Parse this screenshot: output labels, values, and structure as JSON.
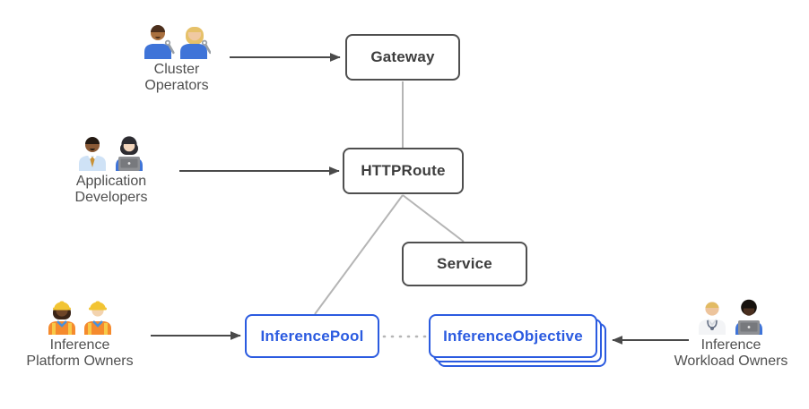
{
  "nodes": {
    "gateway": {
      "label": "Gateway"
    },
    "httproute": {
      "label": "HTTPRoute"
    },
    "service": {
      "label": "Service"
    },
    "inference_pool": {
      "label": "InferencePool"
    },
    "inference_objective": {
      "label": "InferenceObjective",
      "stacked": true,
      "stack_count": 3
    }
  },
  "personas": {
    "cluster_operators": {
      "line1": "Cluster",
      "line2": "Operators",
      "icons": [
        "man-mechanic-emoji",
        "woman-mechanic-emoji"
      ]
    },
    "application_developers": {
      "line1": "Application",
      "line2": "Developers",
      "icons": [
        "man-office-worker-emoji",
        "woman-technologist-emoji"
      ]
    },
    "inference_platform_owners": {
      "line1": "Inference",
      "line2": "Platform Owners",
      "icons": [
        "woman-construction-worker-emoji",
        "man-construction-worker-emoji"
      ]
    },
    "inference_workload_owners": {
      "line1": "Inference",
      "line2": "Workload Owners",
      "icons": [
        "health-worker-emoji",
        "dark-skin-technologist-emoji"
      ]
    }
  },
  "edges": [
    {
      "from": "cluster_operators",
      "to": "gateway",
      "style": "arrow"
    },
    {
      "from": "application_developers",
      "to": "httproute",
      "style": "arrow"
    },
    {
      "from": "inference_platform_owners",
      "to": "inference_pool",
      "style": "arrow"
    },
    {
      "from": "inference_workload_owners",
      "to": "inference_objective",
      "style": "arrow"
    },
    {
      "from": "gateway",
      "to": "httproute",
      "style": "line"
    },
    {
      "from": "httproute",
      "to": "inference_pool",
      "style": "line"
    },
    {
      "from": "httproute",
      "to": "service",
      "style": "line"
    },
    {
      "from": "inference_pool",
      "to": "inference_objective",
      "style": "dotted"
    }
  ],
  "colors": {
    "accent_blue": "#2b5be0",
    "node_border": "#4f4f4f",
    "node_text": "#3d3d3d",
    "connector_gray": "#b5b5b5",
    "arrow_dark": "#4a4a4a",
    "label_text": "#4f4f4f",
    "bg": "#ffffff"
  }
}
